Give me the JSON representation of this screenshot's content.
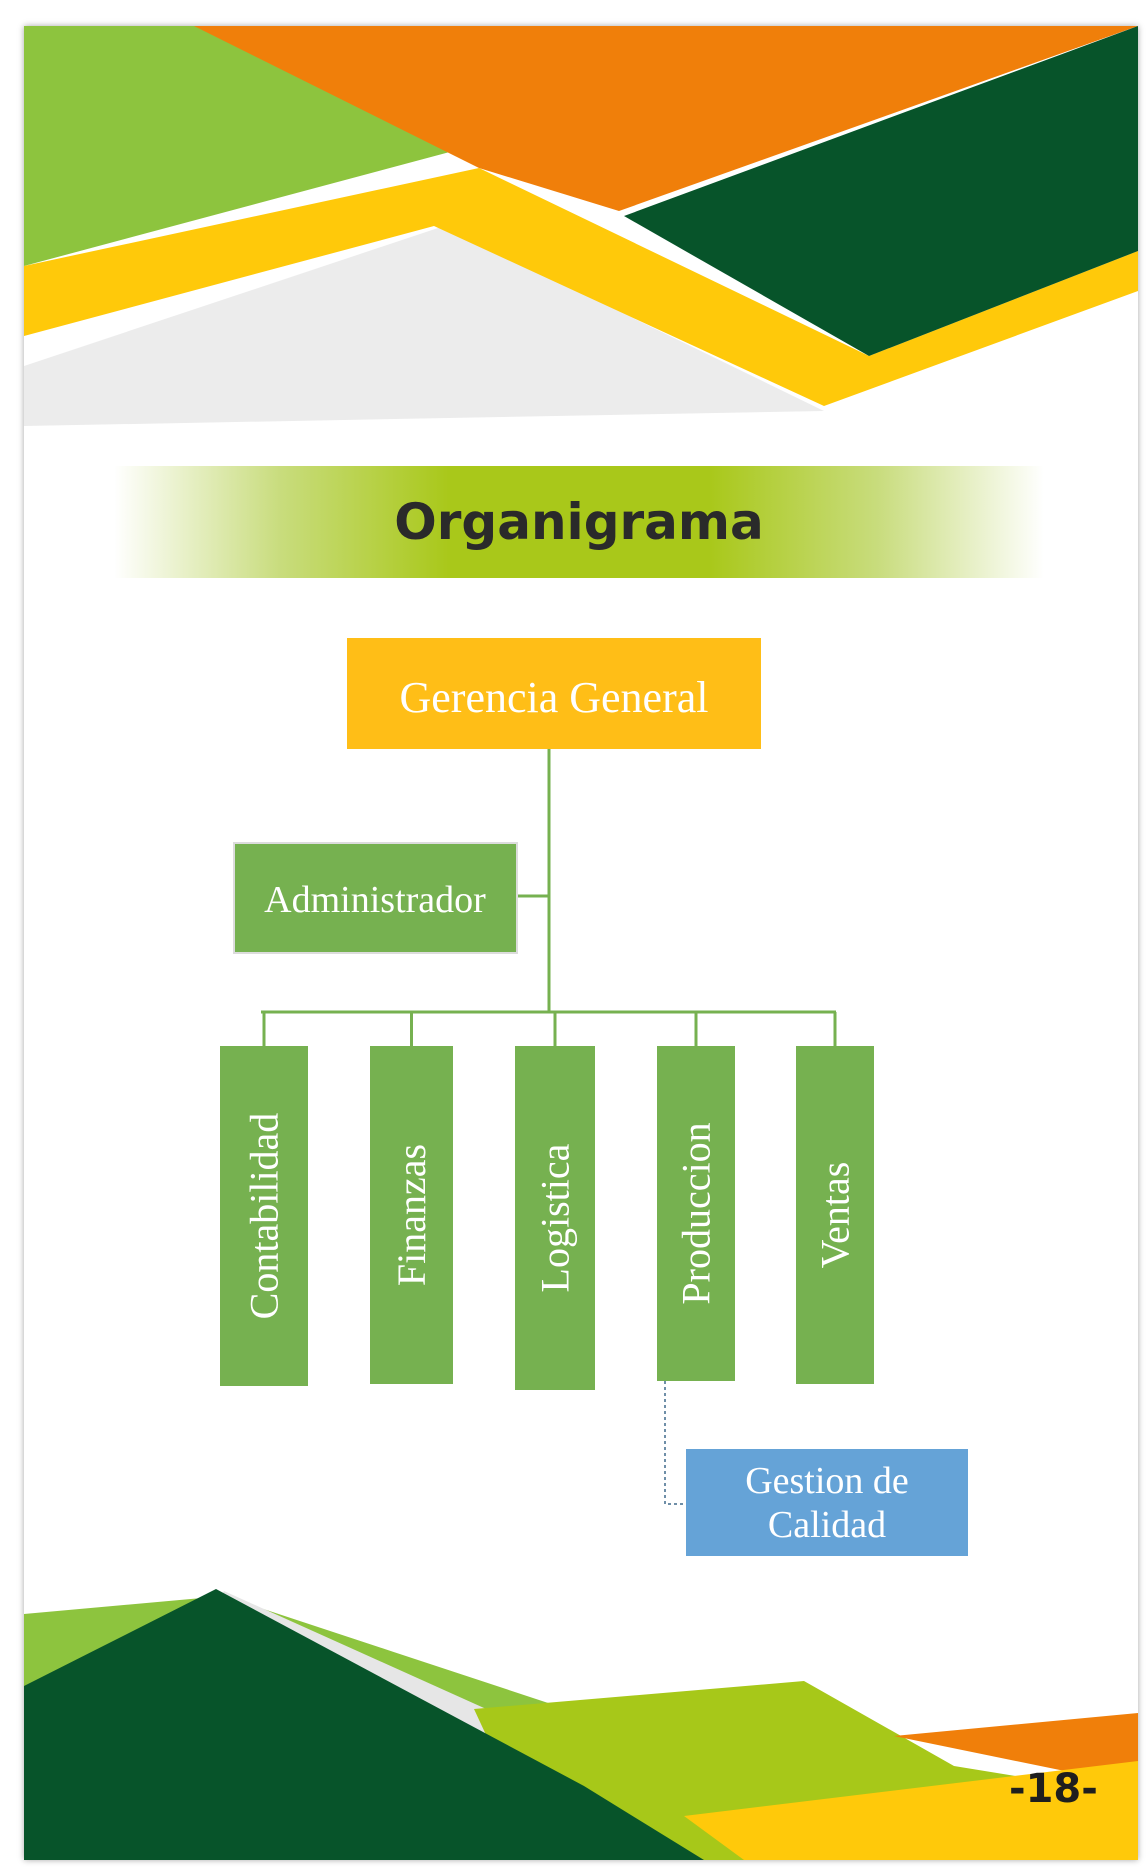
{
  "title": "Organigrama",
  "page_number": "-18-",
  "colors": {
    "orange": "#F07F0A",
    "yellow": "#FFC90A",
    "dark_green": "#07542A",
    "lime": "#A7C819",
    "light_green": "#8DC43E",
    "box_gold": "#FFBE17",
    "box_green": "#76B150",
    "box_blue": "#65A3D7",
    "connector": "#76B150"
  },
  "org_chart": {
    "root": {
      "label": "Gerencia General"
    },
    "assistant": {
      "label": "Administrador"
    },
    "departments": [
      {
        "label": "Contabilidad"
      },
      {
        "label": "Finanzas"
      },
      {
        "label": "Logistica"
      },
      {
        "label": "Produccion"
      },
      {
        "label": "Ventas"
      }
    ],
    "sub_unit": {
      "label_lines": [
        "Gestion de",
        "Calidad"
      ],
      "parent": "Produccion"
    }
  }
}
